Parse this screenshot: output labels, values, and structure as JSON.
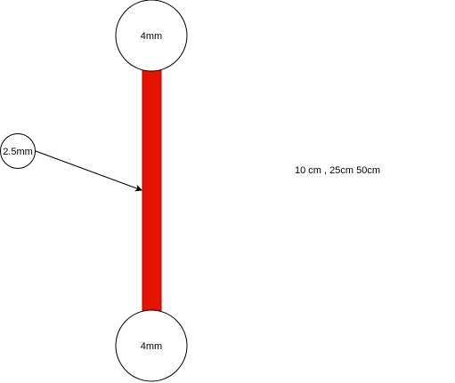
{
  "diagram": {
    "top_node": {
      "label": "4mm"
    },
    "bottom_node": {
      "label": "4mm"
    },
    "side_node": {
      "label": "2.5mm"
    },
    "note": {
      "text": "10 cm , 25cm 50cm"
    },
    "colors": {
      "rod": "#e51400",
      "rod_stroke": "#b20000",
      "node_fill": "#ffffff",
      "stroke": "#000000"
    }
  }
}
